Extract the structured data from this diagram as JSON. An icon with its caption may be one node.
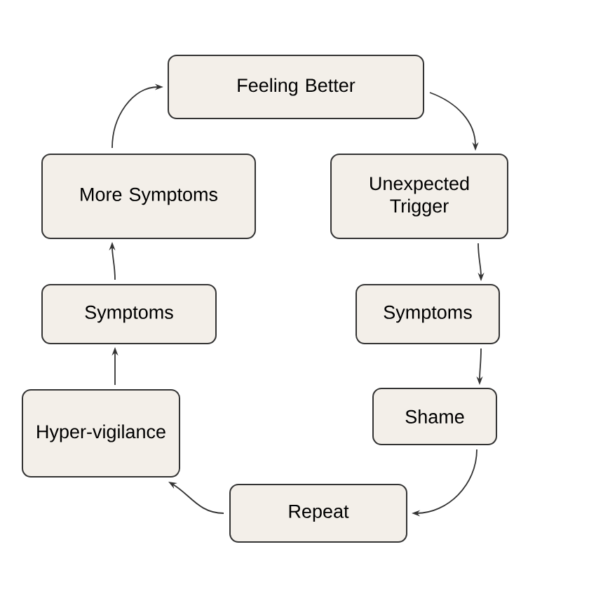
{
  "diagram": {
    "nodes": [
      {
        "text": [
          "Feeling Better"
        ]
      },
      {
        "text": [
          "Unexpected Trigger"
        ]
      },
      {
        "text": [
          "Symptoms"
        ]
      },
      {
        "text": [
          "Shame"
        ]
      },
      {
        "text": [
          "Repeat"
        ]
      },
      {
        "text": [
          "Hyper-vigilance"
        ]
      },
      {
        "text": [
          "Symptoms"
        ]
      },
      {
        "text": [
          "More Symptoms"
        ]
      }
    ],
    "edges": [
      {
        "from": 0,
        "to": 1,
        "arrow": "to"
      },
      {
        "from": 1,
        "to": 2,
        "arrow": "to"
      },
      {
        "from": 2,
        "to": 3,
        "arrow": "to"
      },
      {
        "from": 3,
        "to": 4,
        "arrow": "to"
      },
      {
        "from": 4,
        "to": 5,
        "arrow": "to"
      },
      {
        "from": 5,
        "to": 6,
        "arrow": "to"
      },
      {
        "from": 6,
        "to": 7,
        "arrow": "to"
      },
      {
        "from": 7,
        "to": 0,
        "arrow": "to"
      }
    ]
  }
}
